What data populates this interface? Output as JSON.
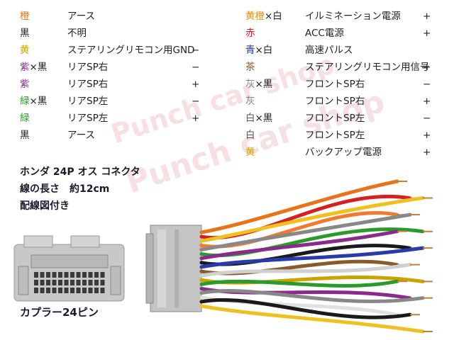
{
  "watermark": "Punch car shop",
  "left_rows": [
    {
      "color_text": [
        {
          "t": "橙",
          "c": "#e8731a"
        }
      ],
      "label": "アース",
      "sign": ""
    },
    {
      "color_text": [
        {
          "t": "黒",
          "c": "#222222"
        }
      ],
      "label": "不明",
      "sign": ""
    },
    {
      "color_text": [
        {
          "t": "黄",
          "c": "#c9a400"
        }
      ],
      "label": "ステアリングリモコン用GND",
      "sign": "−"
    },
    {
      "color_text": [
        {
          "t": "紫",
          "c": "#8a2a8a"
        },
        {
          "t": "×黒",
          "c": "#222222"
        }
      ],
      "label": "リアSP右",
      "sign": "−"
    },
    {
      "color_text": [
        {
          "t": "紫",
          "c": "#8a2a8a"
        }
      ],
      "label": "リアSP右",
      "sign": "+"
    },
    {
      "color_text": [
        {
          "t": "緑",
          "c": "#2a9a2a"
        },
        {
          "t": "×黒",
          "c": "#222222"
        }
      ],
      "label": "リアSP左",
      "sign": "−"
    },
    {
      "color_text": [
        {
          "t": "緑",
          "c": "#2a9a2a"
        }
      ],
      "label": "リアSP左",
      "sign": "+"
    },
    {
      "color_text": [
        {
          "t": "黒",
          "c": "#222222"
        }
      ],
      "label": "アース",
      "sign": ""
    }
  ],
  "right_rows": [
    {
      "color_text": [
        {
          "t": "黄橙",
          "c": "#e8901a"
        },
        {
          "t": "×白",
          "c": "#222222"
        }
      ],
      "label": "イルミネーション電源",
      "sign": "+"
    },
    {
      "color_text": [
        {
          "t": "赤",
          "c": "#d42020"
        }
      ],
      "label": "ACC電源",
      "sign": "+"
    },
    {
      "color_text": [
        {
          "t": "青",
          "c": "#2a3aa8"
        },
        {
          "t": "×白",
          "c": "#222222"
        }
      ],
      "label": "高速パルス",
      "sign": ""
    },
    {
      "color_text": [
        {
          "t": "茶",
          "c": "#8a5a2a"
        }
      ],
      "label": "ステアリングリモコン用信号",
      "sign": "+"
    },
    {
      "color_text": [
        {
          "t": "灰",
          "c": "#888888"
        },
        {
          "t": "×黒",
          "c": "#222222"
        }
      ],
      "label": "フロントSP右",
      "sign": "−"
    },
    {
      "color_text": [
        {
          "t": "灰",
          "c": "#888888"
        }
      ],
      "label": "フロントSP右",
      "sign": "+"
    },
    {
      "color_text": [
        {
          "t": "白",
          "c": "#555555"
        },
        {
          "t": "×黒",
          "c": "#222222"
        }
      ],
      "label": "フロントSP左",
      "sign": "−"
    },
    {
      "color_text": [
        {
          "t": "白",
          "c": "#555555"
        }
      ],
      "label": "フロントSP左",
      "sign": "+"
    },
    {
      "color_text": [
        {
          "t": "黄",
          "c": "#c9a400"
        }
      ],
      "label": "バックアップ電源",
      "sign": "+"
    }
  ],
  "info": {
    "line1": "ホンダ 24P オス コネクタ",
    "line2": "線の長さ　約12cm",
    "line3": "配線図付き"
  },
  "caption": "カプラー24ピン",
  "wire_colors": [
    "#e8731a",
    "#d42020",
    "#f0c020",
    "#f07a30",
    "#888888",
    "#2a9a2a",
    "#8a2a8a",
    "#1a1a1a",
    "#2a3aa8",
    "#8a5a2a",
    "#d0d0d0",
    "#c9a400",
    "#2a9a2a",
    "#8a2a8a",
    "#888888",
    "#e0e0e0",
    "#1a1a1a",
    "#f0c020"
  ]
}
